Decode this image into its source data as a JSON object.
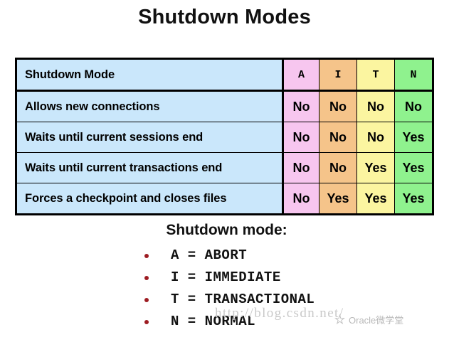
{
  "page": {
    "title": "Shutdown Modes",
    "background_color": "#ffffff"
  },
  "table": {
    "label_column_header": "Shutdown Mode",
    "mode_columns": [
      {
        "key": "A",
        "label": "A",
        "color": "#f7c6ef"
      },
      {
        "key": "I",
        "label": "I",
        "color": "#f5c48a"
      },
      {
        "key": "T",
        "label": "T",
        "color": "#fbf5a0"
      },
      {
        "key": "N",
        "label": "N",
        "color": "#8ff28e"
      }
    ],
    "label_column_color": "#cae7fb",
    "border_color": "#000000",
    "rows": [
      {
        "label": "Allows new connections",
        "values": {
          "A": "No",
          "I": "No",
          "T": "No",
          "N": "No"
        }
      },
      {
        "label": "Waits until current sessions end",
        "values": {
          "A": "No",
          "I": "No",
          "T": "No",
          "N": "Yes"
        }
      },
      {
        "label": "Waits until current transactions end",
        "values": {
          "A": "No",
          "I": "No",
          "T": "Yes",
          "N": "Yes"
        }
      },
      {
        "label": "Forces a checkpoint and closes files",
        "values": {
          "A": "No",
          "I": "Yes",
          "T": "Yes",
          "N": "Yes"
        }
      }
    ]
  },
  "legend": {
    "title": "Shutdown mode:",
    "bullet_color": "#9d1c22",
    "items": [
      {
        "text": "A = ABORT"
      },
      {
        "text": "I = IMMEDIATE"
      },
      {
        "text": "T = TRANSACTIONAL"
      },
      {
        "text": "N = NORMAL"
      }
    ]
  },
  "watermarks": {
    "url": "http://blog.csdn.net/",
    "brand": "Oracle微学堂",
    "brand_icon": "star-icon"
  }
}
